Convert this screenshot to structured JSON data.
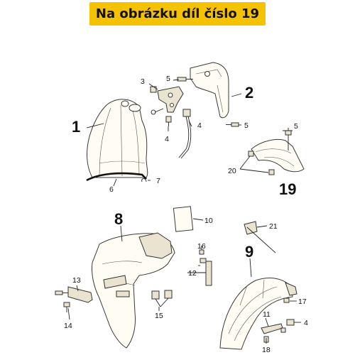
{
  "header": {
    "title": "Na obrázku díl číslo 19"
  },
  "colors": {
    "banner": "#f5c200",
    "part_fill": "#fffdf3",
    "line": "#222222"
  },
  "labels": {
    "p1": "1",
    "p2": "2",
    "p3": "3",
    "p4a": "4",
    "p4b": "4",
    "p4c": "4",
    "p5a": "5",
    "p5b": "5",
    "p5c": "5",
    "p6": "6",
    "p7": "7",
    "p8": "8",
    "p9": "9",
    "p10": "10",
    "p11": "11",
    "p12": "12",
    "p13": "13",
    "p14": "14",
    "p15": "15",
    "p16": "16",
    "p17": "17",
    "p18": "18",
    "p19": "19",
    "p20": "20",
    "p21": "21"
  }
}
